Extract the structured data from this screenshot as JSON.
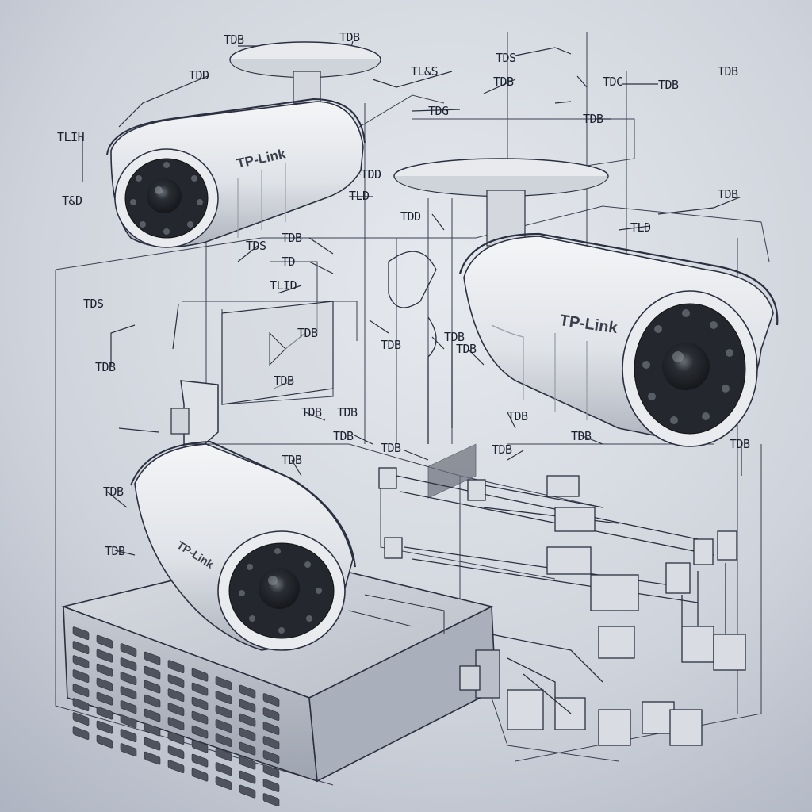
{
  "brand": "TP-Link",
  "colors": {
    "paper_light": "#e4e7ec",
    "paper_dark": "#b7bdc9",
    "ink": "#1d2230",
    "housing": "#eceef2",
    "housing_shade": "#b9bec8",
    "lens_dark": "#1f2126"
  },
  "cameras": [
    {
      "brand_label": "TP-Link",
      "icon": "bullet-camera-icon"
    },
    {
      "brand_label": "TP-Link",
      "icon": "bullet-camera-icon"
    },
    {
      "brand_label": "TP-Link",
      "icon": "bullet-camera-icon"
    }
  ],
  "recorder": {
    "icon": "network-video-recorder-icon"
  },
  "callouts": [
    {
      "text": "TDB"
    },
    {
      "text": "TDB"
    },
    {
      "text": "TDD"
    },
    {
      "text": "TLIH"
    },
    {
      "text": "T&D"
    },
    {
      "text": "TL&S"
    },
    {
      "text": "TDS"
    },
    {
      "text": "TDC"
    },
    {
      "text": "TDB"
    },
    {
      "text": "TDB"
    },
    {
      "text": "TDB"
    },
    {
      "text": "TDG"
    },
    {
      "text": "TDB"
    },
    {
      "text": "TDD"
    },
    {
      "text": "TLD"
    },
    {
      "text": "TDD"
    },
    {
      "text": "TDB"
    },
    {
      "text": "TLD"
    },
    {
      "text": "TDS"
    },
    {
      "text": "TDB"
    },
    {
      "text": "TD"
    },
    {
      "text": "TLID"
    },
    {
      "text": "TDS"
    },
    {
      "text": "TDB"
    },
    {
      "text": "TDB"
    },
    {
      "text": "TDB"
    },
    {
      "text": "TDB"
    },
    {
      "text": "TDB"
    },
    {
      "text": "TDB"
    },
    {
      "text": "TDB"
    },
    {
      "text": "TDB"
    },
    {
      "text": "TDB"
    },
    {
      "text": "TDB"
    },
    {
      "text": "TDB"
    },
    {
      "text": "TDB"
    },
    {
      "text": "TDB"
    },
    {
      "text": "TDB"
    },
    {
      "text": "TDB"
    },
    {
      "text": "TDB"
    },
    {
      "text": "TDB"
    }
  ]
}
